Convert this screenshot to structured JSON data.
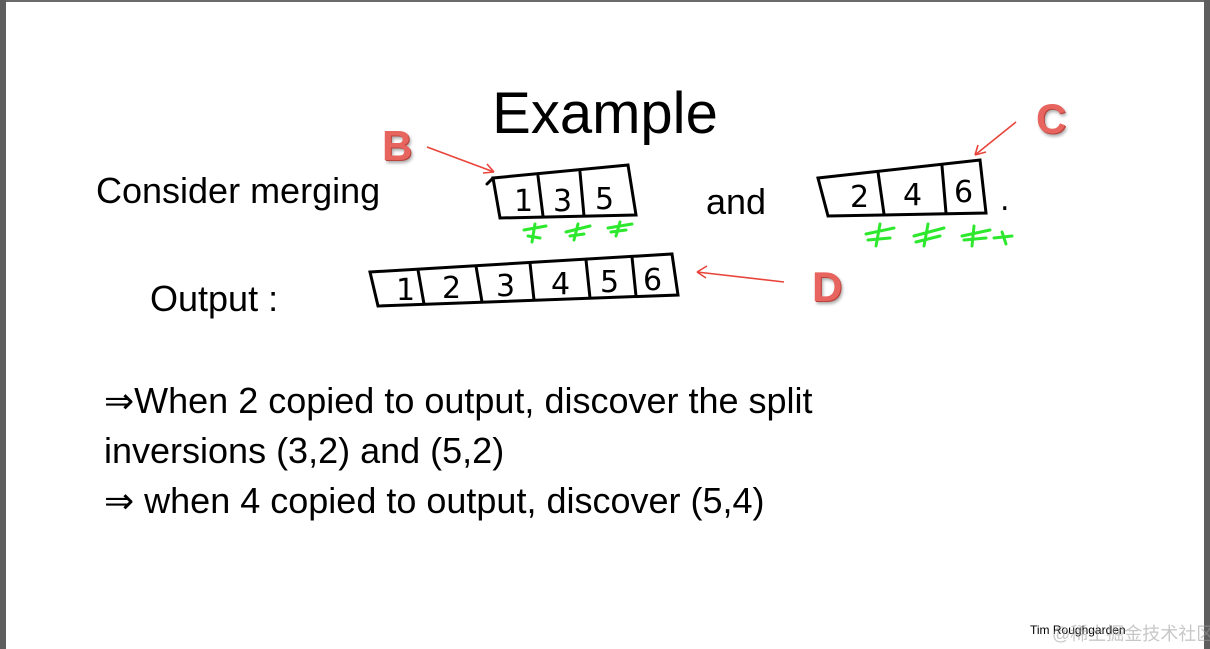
{
  "slide": {
    "title": "Example",
    "consider_text": "Consider merging",
    "and_text": "and",
    "output_label": "Output :",
    "array_b": [
      "1",
      "3",
      "5"
    ],
    "array_c": [
      "2",
      "4",
      "6"
    ],
    "array_output": [
      "1",
      "2",
      "3",
      "4",
      "5",
      "6"
    ],
    "period": ".",
    "bullets": [
      "⇒When 2 copied to output, discover the split",
      "inversions (3,2) and (5,2)",
      "⇒ when 4 copied to output, discover (5,4)"
    ],
    "credit": "Tim Roughgarden"
  },
  "annotations": {
    "label_b": "B",
    "label_c": "C",
    "label_d": "D",
    "label_color": "#e8645e",
    "arrow_color": "#e8443a"
  },
  "ink": {
    "black": "#000000",
    "pointer_mark_color": "#2ee82e"
  },
  "watermark": "@稀土掘金技术社区"
}
